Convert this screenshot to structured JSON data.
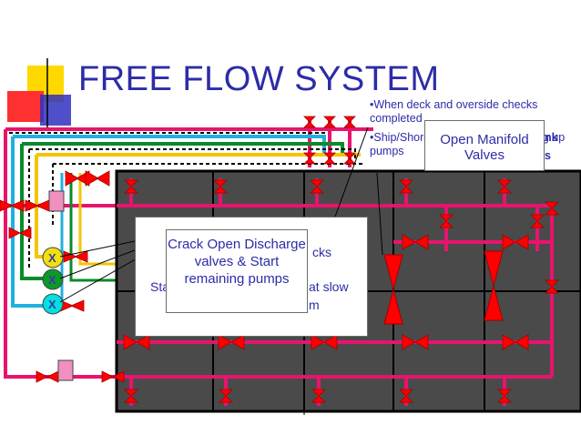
{
  "slide": {
    "title": "FREE FLOW SYSTEM",
    "bullets": [
      "•When deck and overside checks completed",
      "•Ship/Shore ready continue running up pumps"
    ]
  },
  "callouts": {
    "crack_open": "Crack Open Discharge valves & Start remaining pumps",
    "open_manifold": "Open Manifold Valves",
    "background_fragments": {
      "checks": "cks",
      "sta": "Sta",
      "at_slow": "at slow",
      "m": "m",
      "nk": "nk",
      "s": "s"
    }
  },
  "pump_labels": [
    "X",
    "X",
    "X"
  ],
  "colors": {
    "title_text": "#2c2ca8",
    "pipe_main": "#e8146c",
    "valve": "#ff0000",
    "tank_fill": "#4a4a4a",
    "pump_yellow": "#f0e010",
    "pump_green": "#0a9a2a",
    "pump_cyan": "#00e0e0",
    "line_yellow": "#f5c400",
    "line_green": "#0a8a2a",
    "line_cyan": "#20b0e0",
    "accent_yellow": "#ffd800",
    "accent_red": "#ff3030",
    "accent_blue": "#3030c0",
    "box_pink": "#f090c0"
  }
}
